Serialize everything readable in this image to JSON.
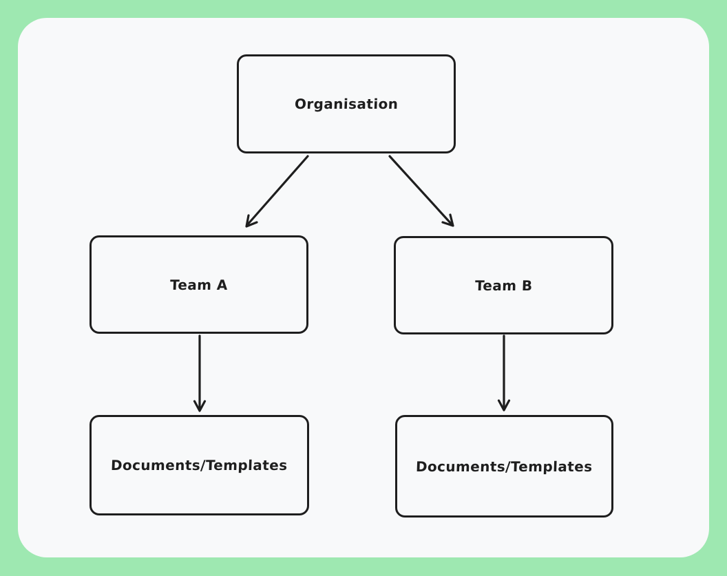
{
  "colors": {
    "frame_background": "#9ee8b1",
    "canvas_background": "#f8f9fa",
    "stroke": "#1e1e1e"
  },
  "diagram": {
    "type": "flowchart",
    "style": "hand-drawn",
    "nodes": [
      {
        "id": "organisation",
        "label": "Organisation"
      },
      {
        "id": "team-a",
        "label": "Team A"
      },
      {
        "id": "team-b",
        "label": "Team B"
      },
      {
        "id": "documents-a",
        "label": "Documents/Templates"
      },
      {
        "id": "documents-b",
        "label": "Documents/Templates"
      }
    ],
    "edges": [
      {
        "from": "organisation",
        "to": "team-a",
        "style": "arrow"
      },
      {
        "from": "organisation",
        "to": "team-b",
        "style": "arrow"
      },
      {
        "from": "team-a",
        "to": "documents-a",
        "style": "arrow"
      },
      {
        "from": "team-b",
        "to": "documents-b",
        "style": "arrow"
      }
    ]
  }
}
